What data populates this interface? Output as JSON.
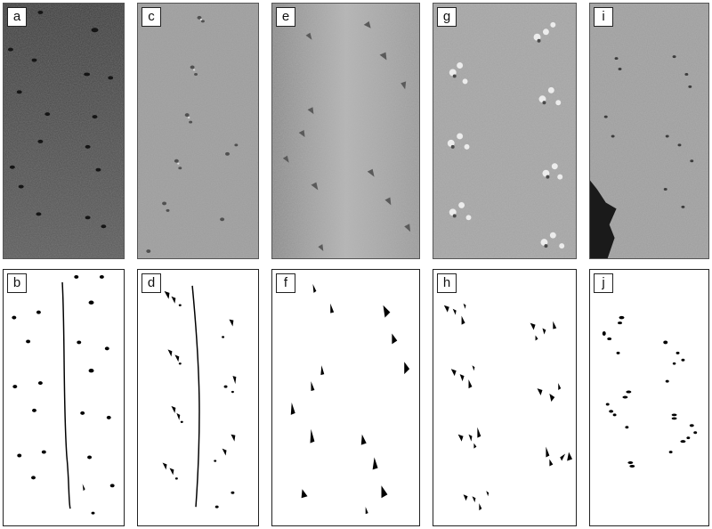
{
  "panels": {
    "a": "a",
    "b": "b",
    "c": "c",
    "d": "d",
    "e": "e",
    "f": "f",
    "g": "g",
    "h": "h",
    "i": "i",
    "j": "j"
  },
  "colors": {
    "photo_a": "#474747",
    "photo_c": "#9c9c9c",
    "photo_e": "#a8a8a8",
    "photo_g": "#a3a3a3",
    "photo_i": "#9d9d9d",
    "track_ink": "#000000"
  }
}
